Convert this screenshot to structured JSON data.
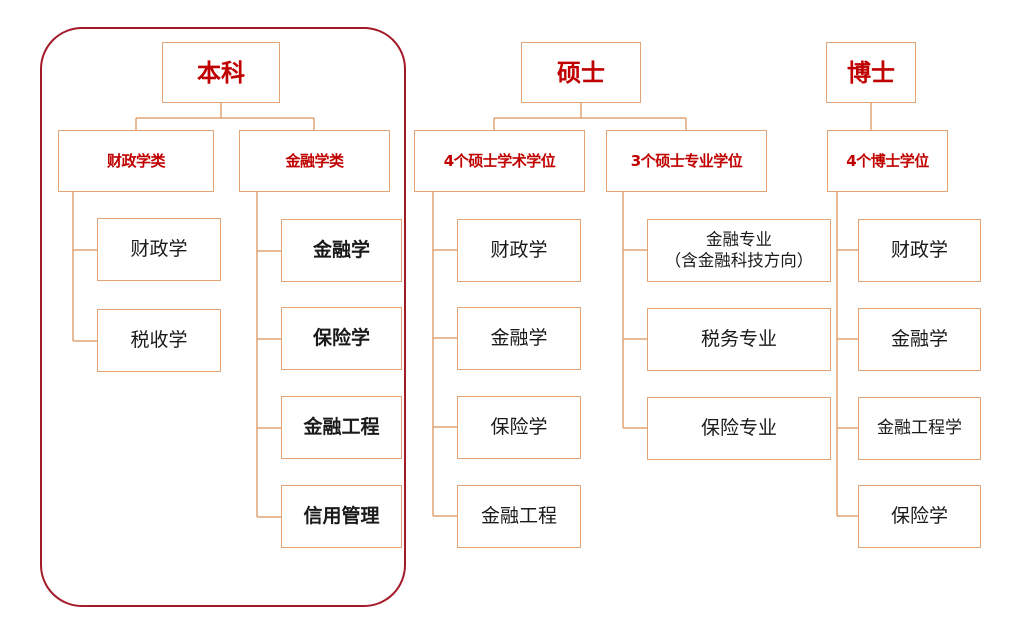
{
  "colors": {
    "accent": "#c00000",
    "box_border": "#e2a474",
    "highlight": "#a31a2a"
  },
  "undergraduate": {
    "title": "本科",
    "groups": [
      {
        "title": "财政学类",
        "items": [
          "财政学",
          "税收学"
        ]
      },
      {
        "title": "金融学类",
        "items": [
          "金融学",
          "保险学",
          "金融工程",
          "信用管理"
        ]
      }
    ]
  },
  "master": {
    "title": "硕士",
    "groups": [
      {
        "title": "4个硕士学术学位",
        "items": [
          "财政学",
          "金融学",
          "保险学",
          "金融工程"
        ]
      },
      {
        "title": "3个硕士专业学位",
        "items": [
          {
            "line1": "金融专业",
            "line2": "（含金融科技方向）"
          },
          "税务专业",
          "保险专业"
        ]
      }
    ]
  },
  "doctor": {
    "title": "博士",
    "groups": [
      {
        "title": "4个博士学位",
        "items": [
          "财政学",
          "金融学",
          "金融工程学",
          "保险学"
        ]
      }
    ]
  }
}
